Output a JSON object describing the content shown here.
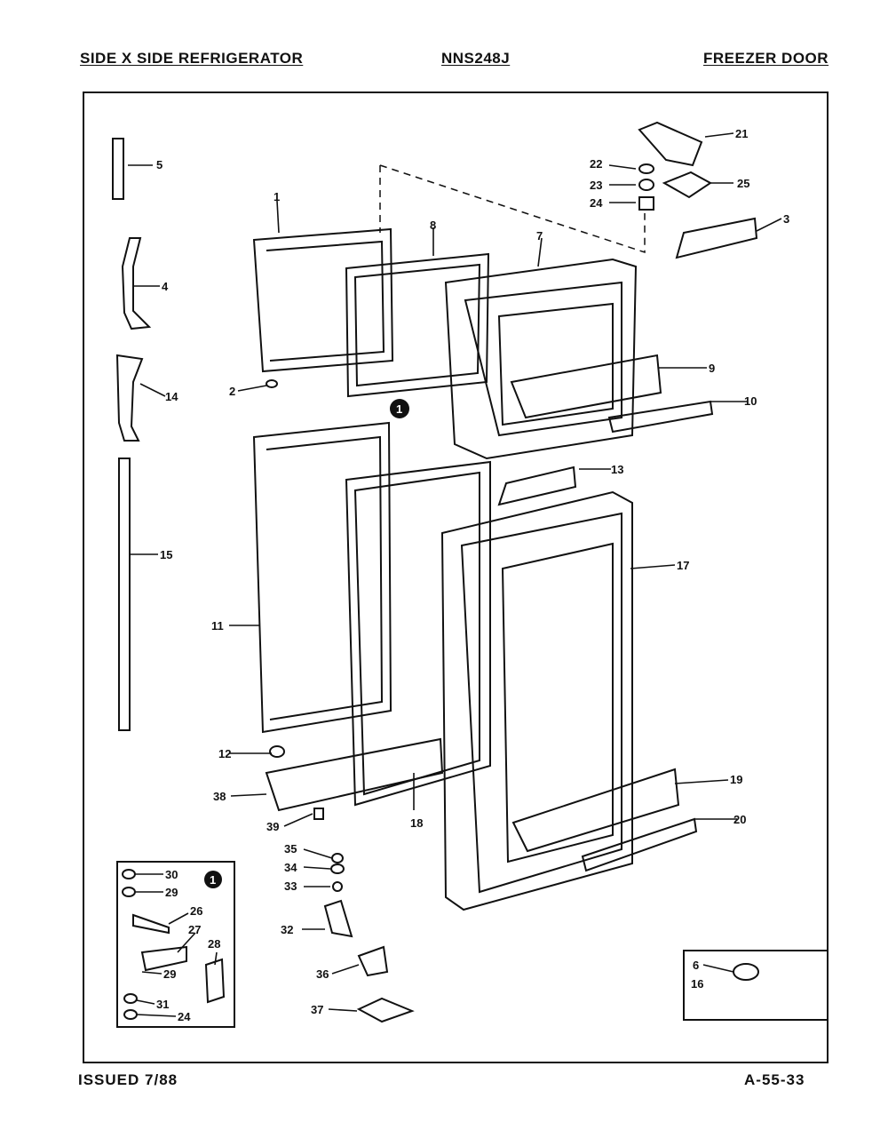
{
  "header": {
    "left": "SIDE X SIDE REFRIGERATOR",
    "center": "NNS248J",
    "right": "FREEZER DOOR"
  },
  "footer": {
    "left": "ISSUED 7/88",
    "right": "A-55-33"
  },
  "callouts": {
    "c1": "1",
    "c2": "2",
    "c3": "3",
    "c4": "4",
    "c5": "5",
    "c6": "6",
    "c7": "7",
    "c8": "8",
    "c9": "9",
    "c10": "10",
    "c11": "11",
    "c12": "12",
    "c13": "13",
    "c14": "14",
    "c15": "15",
    "c16": "16",
    "c17": "17",
    "c18": "18",
    "c19": "19",
    "c20": "20",
    "c21": "21",
    "c22": "22",
    "c23": "23",
    "c24": "24",
    "c25": "25",
    "c26": "26",
    "c27": "27",
    "c28": "28",
    "c29": "29",
    "c29b": "29",
    "c30": "30",
    "c31": "31",
    "c24b": "24",
    "c32": "32",
    "c33": "33",
    "c34": "34",
    "c35": "35",
    "c36": "36",
    "c37": "37",
    "c38": "38",
    "c39": "39",
    "badge1": "1",
    "badge1b": "1"
  }
}
